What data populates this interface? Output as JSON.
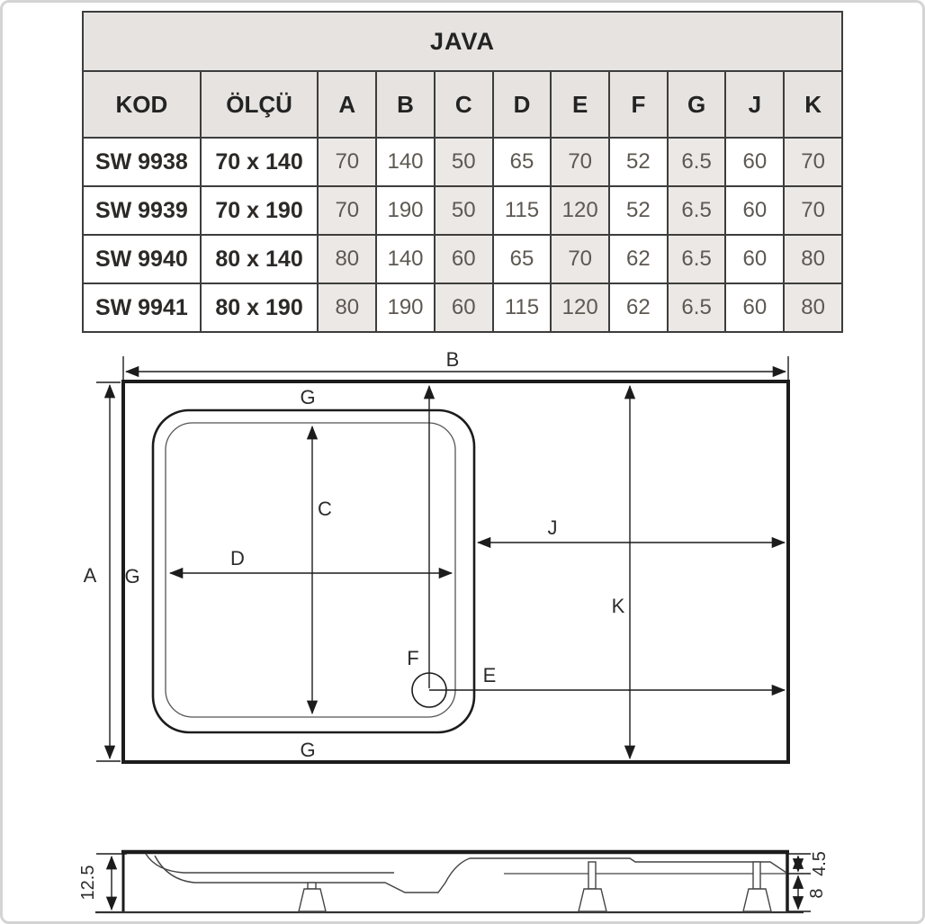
{
  "table": {
    "title": "JAVA",
    "columns": [
      "KOD",
      "ÖLÇÜ",
      "A",
      "B",
      "C",
      "D",
      "E",
      "F",
      "G",
      "J",
      "K"
    ],
    "rows": [
      [
        "SW 9938",
        "70 x 140",
        "70",
        "140",
        "50",
        "65",
        "70",
        "52",
        "6.5",
        "60",
        "70"
      ],
      [
        "SW 9939",
        "70 x 190",
        "70",
        "190",
        "50",
        "115",
        "120",
        "52",
        "6.5",
        "60",
        "70"
      ],
      [
        "SW 9940",
        "80 x 140",
        "80",
        "140",
        "60",
        "65",
        "70",
        "62",
        "6.5",
        "60",
        "80"
      ],
      [
        "SW 9941",
        "80 x 190",
        "80",
        "190",
        "60",
        "115",
        "120",
        "62",
        "6.5",
        "60",
        "80"
      ]
    ]
  },
  "top_view": {
    "labels": {
      "a": "A",
      "b": "B",
      "c": "C",
      "d": "D",
      "e": "E",
      "f": "F",
      "g_top": "G",
      "g_left": "G",
      "g_bottom": "G",
      "j": "J",
      "k": "K"
    }
  },
  "side_view": {
    "labels": {
      "height_total": "12.5",
      "height_rim": "4.5",
      "height_legs": "8"
    }
  },
  "colors": {
    "header_bg": "#e6e3e0",
    "shaded_cell_bg": "#ebe8e5",
    "table_border": "#3d3d3d",
    "header_text": "#232323",
    "code_text": "#2c2a28",
    "number_text": "#5d5852",
    "drawing_line": "#1c1c1c",
    "frame_border": "#d4d4d4"
  }
}
